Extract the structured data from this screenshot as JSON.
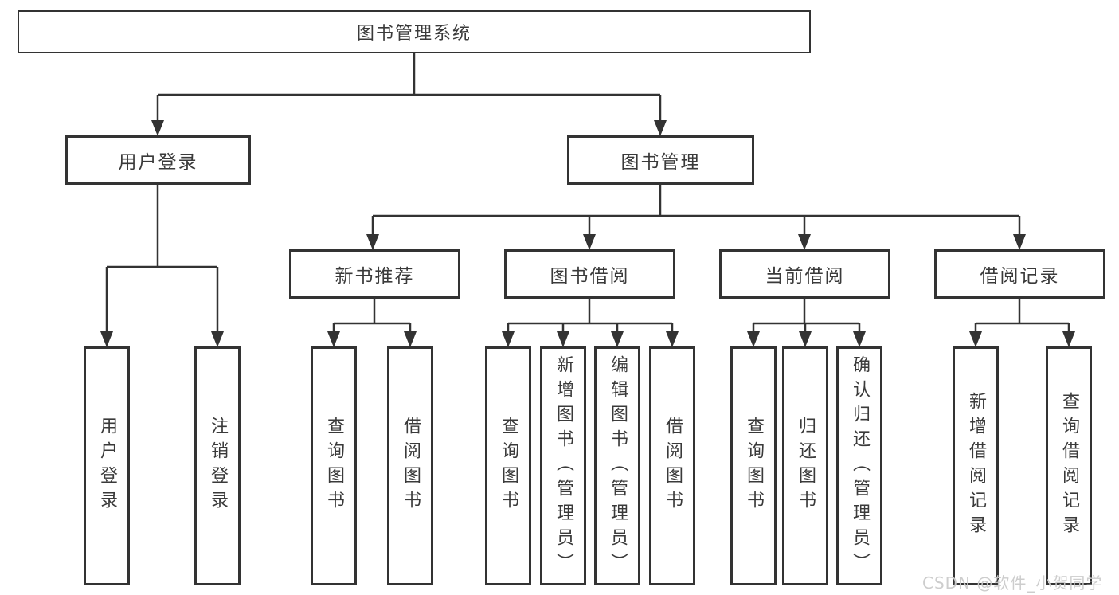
{
  "diagram_title": "图书管理系统",
  "tree": {
    "root": {
      "label": "图书管理系统",
      "children": [
        {
          "label": "用户登录",
          "children": [
            {
              "label": "用户登录"
            },
            {
              "label": "注销登录"
            }
          ]
        },
        {
          "label": "图书管理",
          "children": [
            {
              "label": "新书推荐",
              "children": [
                {
                  "label": "查询图书"
                },
                {
                  "label": "借阅图书"
                }
              ]
            },
            {
              "label": "图书借阅",
              "children": [
                {
                  "label": "查询图书"
                },
                {
                  "label": "新增图书（管理员）"
                },
                {
                  "label": "编辑图书（管理员）"
                },
                {
                  "label": "借阅图书"
                }
              ]
            },
            {
              "label": "当前借阅",
              "children": [
                {
                  "label": "查询图书"
                },
                {
                  "label": "归还图书"
                },
                {
                  "label": "确认归还（管理员）"
                }
              ]
            },
            {
              "label": "借阅记录",
              "children": [
                {
                  "label": "新增借阅记录"
                },
                {
                  "label": "查询借阅记录"
                }
              ]
            }
          ]
        }
      ]
    }
  },
  "watermark": "CSDN @软件_小贺同学",
  "colors": {
    "line": "#333333",
    "box_border": "#333333",
    "text": "#3a3a3a",
    "background": "#ffffff",
    "watermark": "#cbcbcb"
  }
}
